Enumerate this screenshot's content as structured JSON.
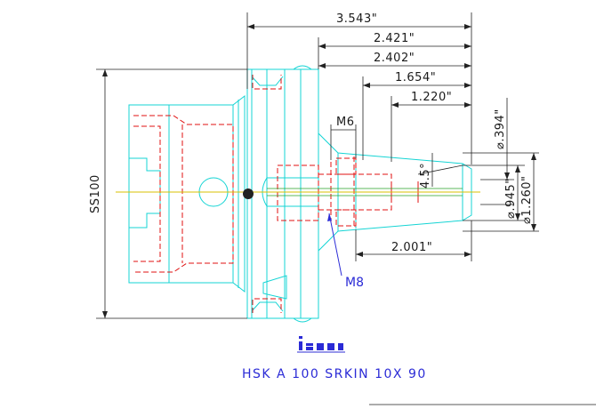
{
  "title": "HSK A 100 SRKIN 10X 90",
  "logo": {
    "label": "iscar"
  },
  "dimensions": {
    "overall_length": "3.543\"",
    "d1": "2.421\"",
    "d2": "2.402\"",
    "d3": "1.654\"",
    "d4": "1.220\"",
    "d5": "2.001\"",
    "thread_top": "M6",
    "thread_bottom": "M8",
    "flange": "SS100",
    "angle": "4.5°",
    "dia_small": "⌀.394\"",
    "dia_mid": "⌀.945\"",
    "dia_big": "⌀1.260\""
  },
  "colors": {
    "body": "#14d4d4",
    "hidden": "#e01010",
    "dimension": "#1a1a1a",
    "annotation": "#2b2bd6",
    "centerline": "#d8c000"
  }
}
